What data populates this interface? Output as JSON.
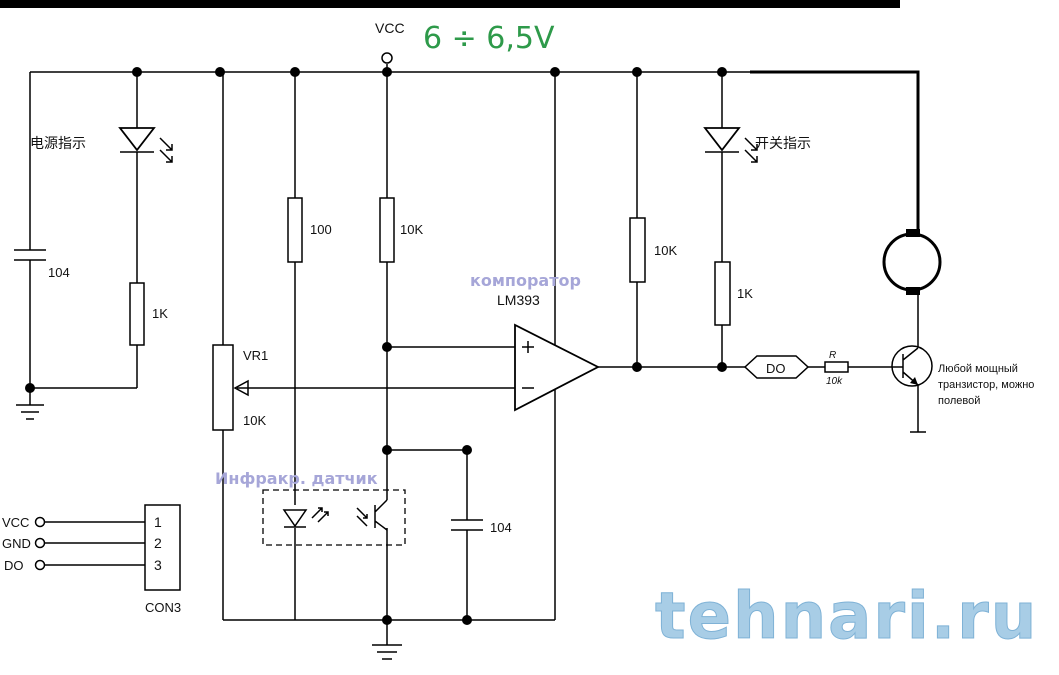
{
  "supply": {
    "vcc_label": "VCC",
    "voltage_note": "6 ÷ 6,5V"
  },
  "components": {
    "cap_left": "104",
    "led_power_label": "电源指示",
    "r_led_power": "1K",
    "vr1_name": "VR1",
    "vr1_value": "10K",
    "r_ir_led": "100",
    "r_pullup_mid": "10K",
    "comparator_note": "компоратор",
    "comparator_name": "LM393",
    "sensor_note": "Инфракр. датчик",
    "cap_sensor": "104",
    "r_output_pullup": "10K",
    "led_switch_label": "开关指示",
    "r_led_switch": "1K",
    "do_net": "DO",
    "r_base_name": "R",
    "r_base_value": "10k",
    "transistor_note_1": "Любой мощный",
    "transistor_note_2": "транзистор, можно",
    "transistor_note_3": "полевой"
  },
  "connector": {
    "name": "CON3",
    "pins": [
      {
        "num": "1",
        "net": "VCC"
      },
      {
        "num": "2",
        "net": "GND"
      },
      {
        "num": "3",
        "net": "DO"
      }
    ]
  },
  "watermark": "tehnari.ru",
  "colors": {
    "note_green": "#2e9a4a",
    "note_lavender": "#a6a6d8",
    "watermark": "#a8cde6"
  }
}
